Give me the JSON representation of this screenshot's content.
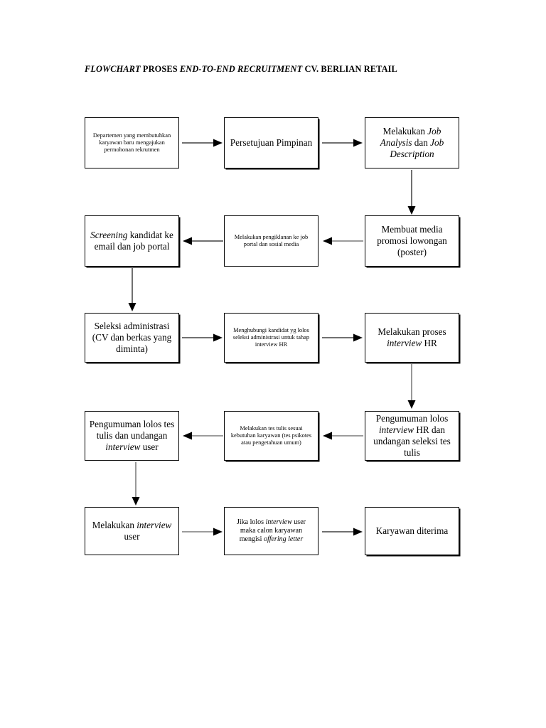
{
  "document": {
    "title_parts": [
      {
        "text": "FLOWCHART ",
        "italic": true
      },
      {
        "text": "PROSES ",
        "italic": false
      },
      {
        "text": "END-TO-END RECRUITMENT ",
        "italic": true
      },
      {
        "text": "CV. BERLIAN RETAIL",
        "italic": false
      }
    ],
    "title_plain": "FLOWCHART PROSES END-TO-END RECRUITMENT CV. BERLIAN RETAIL"
  },
  "flowchart": {
    "type": "process-flow",
    "direction": "serpentine (row 1 left-to-right, row 2 right-to-left, row 3 left-to-right, row 4 right-to-left, row 5 left-to-right)",
    "nodes": [
      {
        "id": "n1",
        "row": 1,
        "col": 1,
        "text": "Departemen yang membutuhkan karyawan baru mengajukan permohonan rekrutmen",
        "segments": [
          {
            "text": "Departemen yang membutuhkan karyawan baru mengajukan permohonan rekrutmen",
            "italic": false
          }
        ]
      },
      {
        "id": "n2",
        "row": 1,
        "col": 2,
        "text": "Persetujuan Pimpinan",
        "segments": [
          {
            "text": "Persetujuan Pimpinan",
            "italic": false
          }
        ]
      },
      {
        "id": "n3",
        "row": 1,
        "col": 3,
        "text": "Melakukan Job Analysis dan Job Description",
        "segments": [
          {
            "text": "Melakukan ",
            "italic": false
          },
          {
            "text": "Job Analysis ",
            "italic": true
          },
          {
            "text": "dan ",
            "italic": false
          },
          {
            "text": "Job Description",
            "italic": true
          }
        ]
      },
      {
        "id": "n4",
        "row": 2,
        "col": 3,
        "text": "Membuat media promosi lowongan (poster)",
        "segments": [
          {
            "text": "Membuat media promosi lowongan (poster)",
            "italic": false
          }
        ]
      },
      {
        "id": "n5",
        "row": 2,
        "col": 2,
        "text": "Melakukan pengiklanan ke job portal dan sosial media",
        "segments": [
          {
            "text": "Melakukan pengiklanan ke job portal dan sosial media",
            "italic": false
          }
        ]
      },
      {
        "id": "n6",
        "row": 2,
        "col": 1,
        "text": "Screening kandidat ke email dan job portal",
        "segments": [
          {
            "text": "Screening",
            "italic": true
          },
          {
            "text": " kandidat ke email dan job portal",
            "italic": false
          }
        ]
      },
      {
        "id": "n7",
        "row": 3,
        "col": 1,
        "text": "Seleksi administrasi (CV dan berkas yang diminta)",
        "segments": [
          {
            "text": "Seleksi administrasi (CV dan berkas yang diminta)",
            "italic": false
          }
        ]
      },
      {
        "id": "n8",
        "row": 3,
        "col": 2,
        "text": "Menghubungi kandidat yg lolos seleksi administrasi untuk tahap interview HR",
        "segments": [
          {
            "text": "Menghubungi kandidat yg lolos seleksi administrasi untuk tahap interview HR",
            "italic": false
          }
        ]
      },
      {
        "id": "n9",
        "row": 3,
        "col": 3,
        "text": "Melakukan proses interview HR",
        "segments": [
          {
            "text": "Melakukan proses ",
            "italic": false
          },
          {
            "text": "interview",
            "italic": true
          },
          {
            "text": " HR",
            "italic": false
          }
        ]
      },
      {
        "id": "n10",
        "row": 4,
        "col": 3,
        "text": "Pengumuman lolos interview HR dan undangan seleksi tes tulis",
        "segments": [
          {
            "text": "Pengumuman lolos ",
            "italic": false
          },
          {
            "text": "interview",
            "italic": true
          },
          {
            "text": " HR dan undangan seleksi tes tulis",
            "italic": false
          }
        ]
      },
      {
        "id": "n11",
        "row": 4,
        "col": 2,
        "text": "Melakukan tes tulis sesuai kebutuhan karyawan (tes psikotes atau pengetahuan umum)",
        "segments": [
          {
            "text": "Melakukan tes tulis sesuai kebutuhan karyawan (tes psikotes atau pengetahuan umum)",
            "italic": false
          }
        ]
      },
      {
        "id": "n12",
        "row": 4,
        "col": 1,
        "text": "Pengumuman lolos tes tulis dan undangan interview user",
        "segments": [
          {
            "text": "Pengumuman lolos tes tulis dan undangan ",
            "italic": false
          },
          {
            "text": "interview",
            "italic": true
          },
          {
            "text": " user",
            "italic": false
          }
        ]
      },
      {
        "id": "n13",
        "row": 5,
        "col": 1,
        "text": "Melakukan interview user",
        "segments": [
          {
            "text": "Melakukan ",
            "italic": false
          },
          {
            "text": "interview",
            "italic": true
          },
          {
            "text": " user",
            "italic": false
          }
        ]
      },
      {
        "id": "n14",
        "row": 5,
        "col": 2,
        "text": "Jika lolos interview user maka calon karyawan mengisi offering letter",
        "segments": [
          {
            "text": "Jika lolos ",
            "italic": false
          },
          {
            "text": "interview",
            "italic": true
          },
          {
            "text": " user maka calon karyawan mengisi ",
            "italic": false
          },
          {
            "text": "offering letter",
            "italic": true
          }
        ]
      },
      {
        "id": "n15",
        "row": 5,
        "col": 3,
        "text": "Karyawan diterima",
        "segments": [
          {
            "text": "Karyawan diterima",
            "italic": false
          }
        ]
      }
    ],
    "edges": [
      {
        "from": "n1",
        "to": "n2",
        "direction": "right"
      },
      {
        "from": "n2",
        "to": "n3",
        "direction": "right"
      },
      {
        "from": "n3",
        "to": "n4",
        "direction": "down"
      },
      {
        "from": "n4",
        "to": "n5",
        "direction": "left"
      },
      {
        "from": "n5",
        "to": "n6",
        "direction": "left"
      },
      {
        "from": "n6",
        "to": "n7",
        "direction": "down"
      },
      {
        "from": "n7",
        "to": "n8",
        "direction": "right"
      },
      {
        "from": "n8",
        "to": "n9",
        "direction": "right"
      },
      {
        "from": "n9",
        "to": "n10",
        "direction": "down"
      },
      {
        "from": "n10",
        "to": "n11",
        "direction": "left"
      },
      {
        "from": "n11",
        "to": "n12",
        "direction": "left"
      },
      {
        "from": "n12",
        "to": "n13",
        "direction": "down"
      },
      {
        "from": "n13",
        "to": "n14",
        "direction": "right"
      },
      {
        "from": "n14",
        "to": "n15",
        "direction": "right"
      }
    ]
  },
  "colors": {
    "page_background": "#ffffff",
    "text": "#000000",
    "box_border": "#000000",
    "arrow": "#1a1a1a"
  }
}
